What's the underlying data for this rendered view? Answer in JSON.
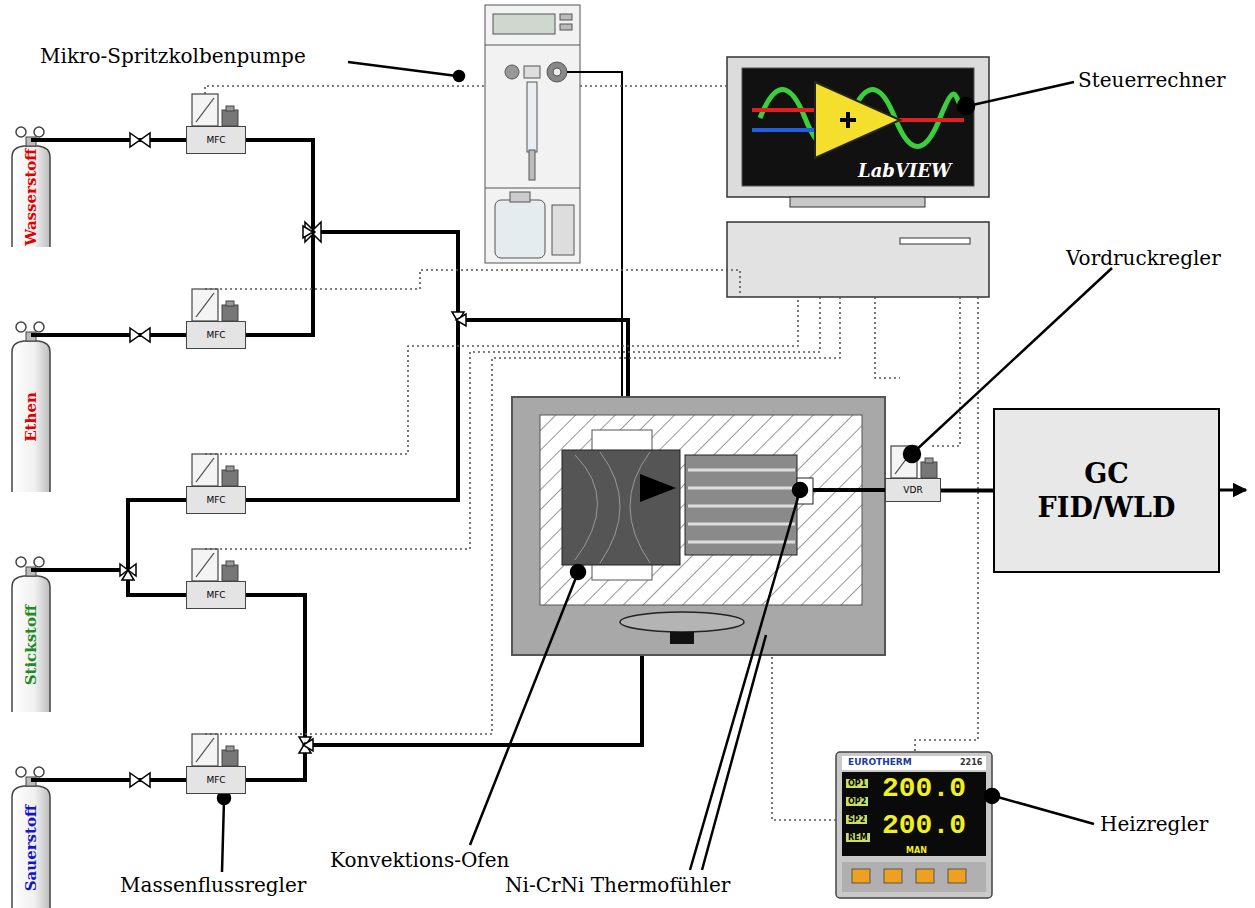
{
  "diagram": {
    "nodes": [
      {
        "text": [
          "Wasserstoff"
        ]
      },
      {
        "text": [
          "MFC"
        ]
      },
      {
        "text": [
          "Ethen"
        ]
      },
      {
        "text": [
          "MFC"
        ]
      },
      {
        "text": [
          "Stickstoff"
        ]
      },
      {
        "text": [
          "MFC"
        ]
      },
      {
        "text": [
          "MFC"
        ]
      },
      {
        "text": [
          "Sauerstoff"
        ]
      },
      {
        "text": [
          "MFC"
        ]
      },
      {
        "text": [
          "VDR"
        ]
      },
      {
        "text": [
          "GC FID/WLD"
        ]
      }
    ],
    "edges": [
      {
        "from": 0,
        "to": 1,
        "arrow": "none"
      },
      {
        "from": 2,
        "to": 3,
        "arrow": "none"
      },
      {
        "from": 4,
        "to": 5,
        "arrow": "none"
      },
      {
        "from": 4,
        "to": 6,
        "arrow": "none"
      },
      {
        "from": 7,
        "to": 8,
        "arrow": "none"
      },
      {
        "from": 9,
        "to": 10,
        "arrow": "none"
      }
    ],
    "labels": [
      "Mikro-Spritzkolbenpumpe",
      "Steuerrechner",
      "Vordruckregler",
      "Konvektions-Ofen",
      "Massenflussregler",
      "Ni-CrNi Thermofühler",
      "Heizregler",
      "LabVIEW",
      "EUROTHERM",
      "2216",
      "OP1",
      "OP2",
      "SP2",
      "REM",
      "200.0",
      "200.0",
      "MAN"
    ]
  }
}
